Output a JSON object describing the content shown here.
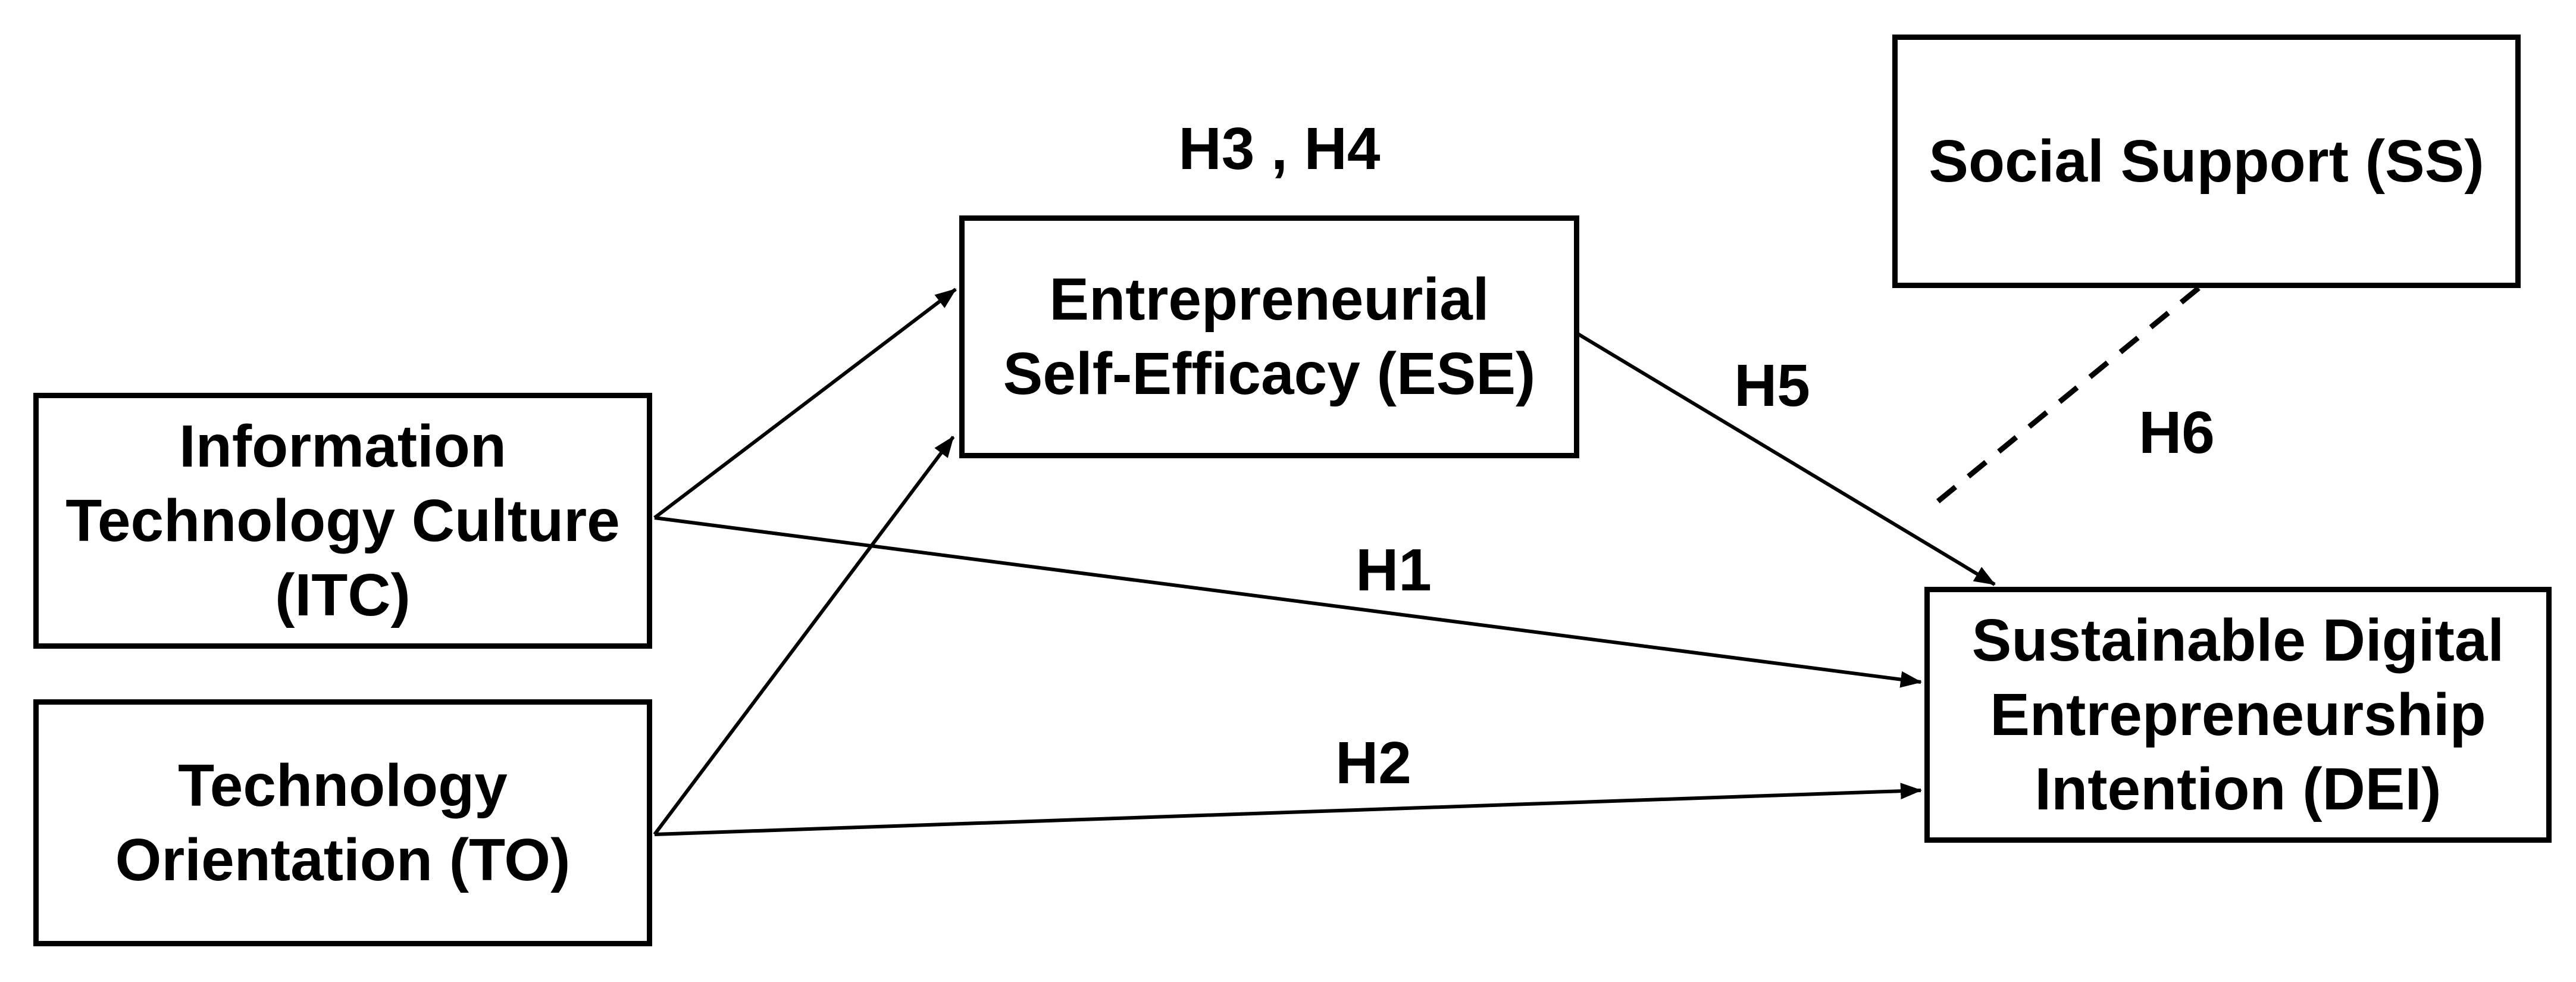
{
  "diagram": {
    "background_color": "#ffffff",
    "stroke_color": "#000000",
    "nodes": {
      "itc": {
        "label": "Information\nTechnology Culture\n(ITC)"
      },
      "to": {
        "label": "Technology\nOrientation (TO)"
      },
      "ese": {
        "label": "Entrepreneurial\nSelf-Efficacy (ESE)"
      },
      "ss": {
        "label": "Social Support (SS)"
      },
      "dei": {
        "label": "Sustainable Digital\nEntrepreneurship\nIntention (DEI)"
      }
    },
    "edge_labels": {
      "h3_h4": "H3 , H4",
      "h1": "H1",
      "h2": "H2",
      "h5": "H5",
      "h6": "H6"
    },
    "edges": [
      {
        "hypothesis": "H1",
        "from": "ITC",
        "to": "DEI",
        "style": "solid",
        "arrowhead": true
      },
      {
        "hypothesis": "H2",
        "from": "TO",
        "to": "DEI",
        "style": "solid",
        "arrowhead": true
      },
      {
        "hypothesis": "H3",
        "from": "ITC",
        "to": "ESE",
        "style": "solid",
        "arrowhead": true
      },
      {
        "hypothesis": "H4",
        "from": "TO",
        "to": "ESE",
        "style": "solid",
        "arrowhead": true
      },
      {
        "hypothesis": "H5",
        "from": "ESE",
        "to": "DEI",
        "style": "solid",
        "arrowhead": true
      },
      {
        "hypothesis": "H6",
        "from": "SS",
        "to": "H5 path",
        "style": "dashed",
        "arrowhead": false
      }
    ]
  }
}
